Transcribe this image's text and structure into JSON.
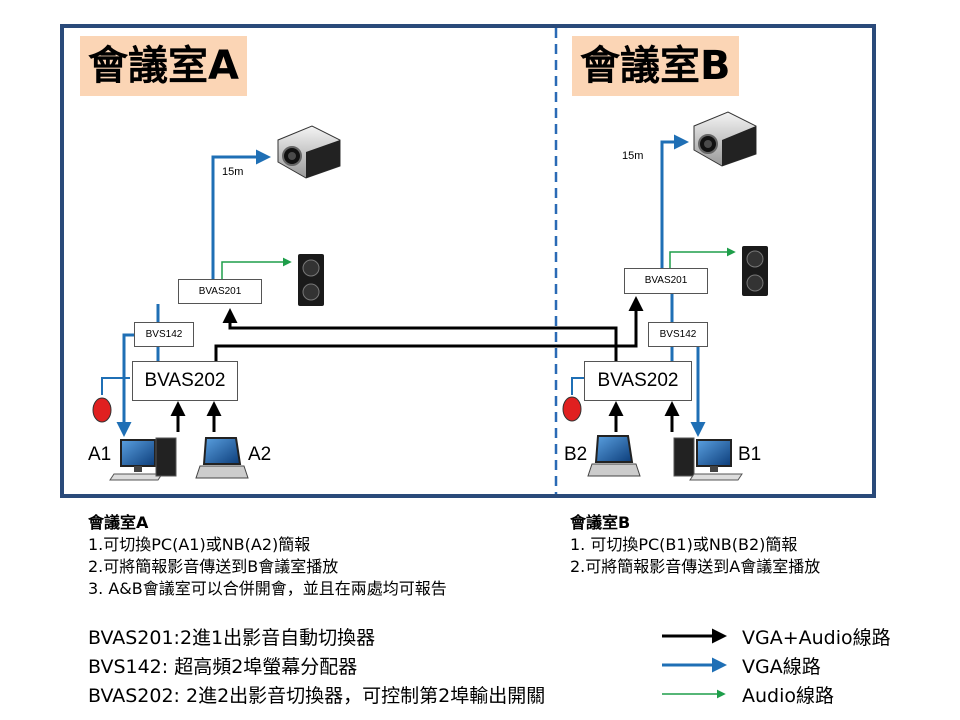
{
  "rooms": {
    "a": {
      "title": "會議室A",
      "bvas201": "BVAS201",
      "bvs142": "BVS142",
      "bvas202": "BVAS202",
      "distance": "15m",
      "pc_label": "A1",
      "nb_label": "A2"
    },
    "b": {
      "title": "會議室B",
      "bvas201": "BVAS201",
      "bvs142": "BVS142",
      "bvas202": "BVAS202",
      "distance": "15m",
      "pc_label": "B1",
      "nb_label": "B2"
    }
  },
  "notes": {
    "a": {
      "heading": "會議室A",
      "items": [
        "1.可切換PC(A1)或NB(A2)簡報",
        "2.可將簡報影音傳送到B會議室播放",
        "3. A&B會議室可以合併開會，並且在兩處均可報告"
      ]
    },
    "b": {
      "heading": "會議室B",
      "items": [
        "1. 可切換PC(B1)或NB(B2)簡報",
        "2.可將簡報影音傳送到A會議室播放"
      ]
    }
  },
  "definitions": [
    "BVAS201:2進1出影音自動切換器",
    "BVS142: 超高頻2埠螢幕分配器",
    "BVAS202: 2進2出影音切換器，可控制第2埠輸出開關"
  ],
  "legend": [
    {
      "label": "VGA+Audio線路",
      "color": "#000000"
    },
    {
      "label": "VGA線路",
      "color": "#1f6fb5"
    },
    {
      "label": "Audio線路",
      "color": "#1e9e4a"
    }
  ],
  "colors": {
    "frame": "#2a4a7a",
    "title_bg": "#fbd5b5",
    "vga": "#1f6fb5",
    "audio": "#1e9e4a",
    "button": "#e02020"
  }
}
